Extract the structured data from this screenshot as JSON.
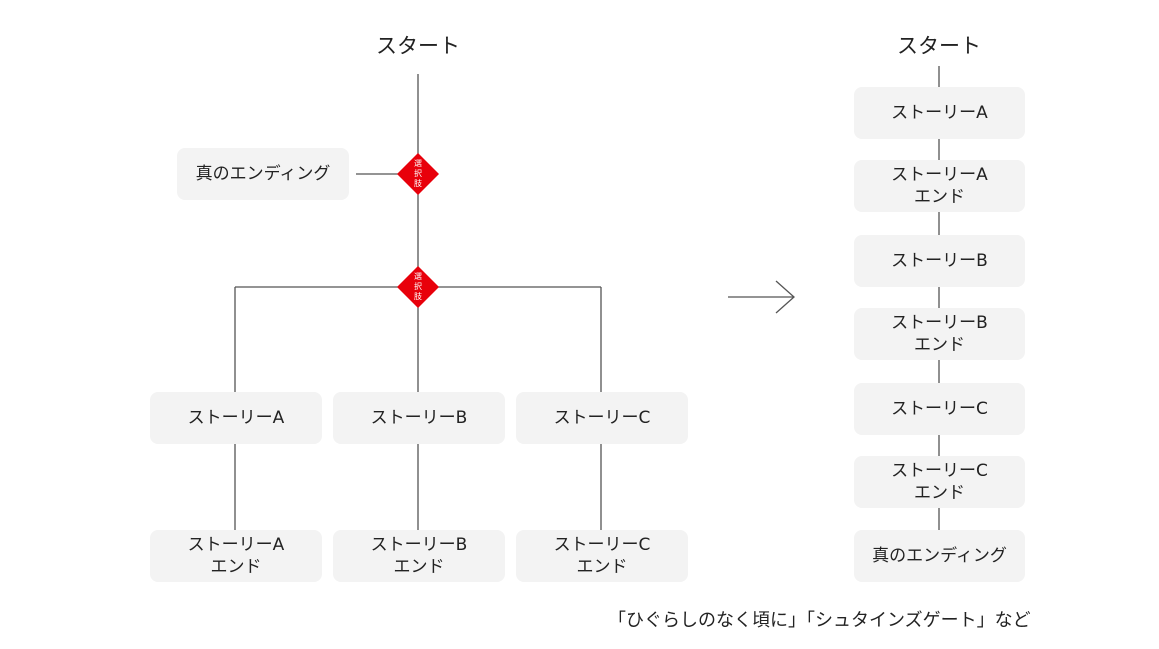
{
  "left_flow": {
    "start_label": "スタート",
    "true_ending_label": "真のエンディング",
    "choice_label_1": "選択肢",
    "choice_label_2": "選択肢",
    "stories": [
      {
        "label": "ストーリーA",
        "end_line1": "ストーリーA",
        "end_line2": "エンド"
      },
      {
        "label": "ストーリーB",
        "end_line1": "ストーリーB",
        "end_line2": "エンド"
      },
      {
        "label": "ストーリーC",
        "end_line1": "ストーリーC",
        "end_line2": "エンド"
      }
    ]
  },
  "right_flow": {
    "start_label": "スタート",
    "steps": [
      {
        "line1": "ストーリーA",
        "line2": ""
      },
      {
        "line1": "ストーリーA",
        "line2": "エンド"
      },
      {
        "line1": "ストーリーB",
        "line2": ""
      },
      {
        "line1": "ストーリーB",
        "line2": "エンド"
      },
      {
        "line1": "ストーリーC",
        "line2": ""
      },
      {
        "line1": "ストーリーC",
        "line2": "エンド"
      },
      {
        "line1": "真のエンディング",
        "line2": ""
      }
    ]
  },
  "caption": "「ひぐらしのなく頃に」「シュタインズゲート」など",
  "colors": {
    "box_fill": "#f3f3f3",
    "line": "#555555",
    "diamond": "#e8000b",
    "text": "#222222"
  }
}
